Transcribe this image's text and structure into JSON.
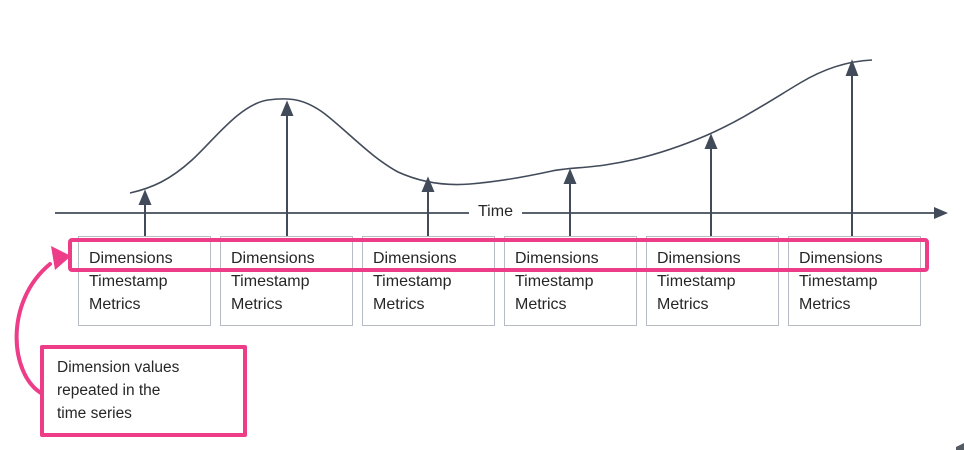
{
  "colors": {
    "accent": "#ee3d88",
    "line": "#424b5a",
    "box_border": "#b6bbc4",
    "text": "#262626"
  },
  "axis": {
    "label": "Time"
  },
  "records": [
    {
      "dimensions_label": "Dimensions",
      "timestamp_label": "Timestamp",
      "metrics_label": "Metrics"
    },
    {
      "dimensions_label": "Dimensions",
      "timestamp_label": "Timestamp",
      "metrics_label": "Metrics"
    },
    {
      "dimensions_label": "Dimensions",
      "timestamp_label": "Timestamp",
      "metrics_label": "Metrics"
    },
    {
      "dimensions_label": "Dimensions",
      "timestamp_label": "Timestamp",
      "metrics_label": "Metrics"
    },
    {
      "dimensions_label": "Dimensions",
      "timestamp_label": "Timestamp",
      "metrics_label": "Metrics"
    },
    {
      "dimensions_label": "Dimensions",
      "timestamp_label": "Timestamp",
      "metrics_label": "Metrics"
    }
  ],
  "callout": {
    "lines": [
      "Dimension values",
      "repeated in the",
      "time series"
    ]
  }
}
